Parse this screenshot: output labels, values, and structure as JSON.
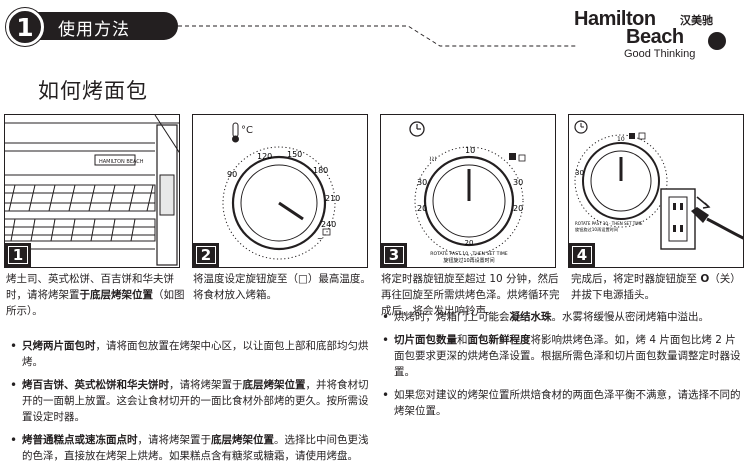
{
  "header": {
    "section_number": "1",
    "section_label": "使用方法",
    "brand_line1": "Hamilton",
    "brand_cn": "汉美驰",
    "brand_line2": "Beach",
    "brand_tagline": "Good Thinking"
  },
  "page_title": "如何烤面包",
  "steps": [
    {
      "number": "1",
      "caption_parts": [
        "烤土司、英式松饼、百吉饼和华夫饼时，请将烤架置",
        "于底层烤架位置",
        "（如图所示）。"
      ]
    },
    {
      "number": "2",
      "caption": "将温度设定旋钮旋至（□）最高温度。将食材放入烤箱。",
      "dial_unit": "°C",
      "dial_ticks": [
        "90",
        "120",
        "150",
        "180",
        "210",
        "240"
      ]
    },
    {
      "number": "3",
      "caption": "将定时器旋钮旋至超过 10 分钟，然后再往回旋至所需烘烤色泽。烘烤循环完成后，将会发出响铃声。",
      "dial_ticks": [
        "10",
        "20",
        "30",
        "20",
        "30"
      ],
      "dial_label_1": "ROTATE PAST 10 · THEN SET TIME",
      "dial_label_2": "旋钮旋过10再设置时间"
    },
    {
      "number": "4",
      "caption_parts": [
        "完成后，将定时器旋钮旋至 ",
        "O",
        "（关） 并拔下电源插头。"
      ],
      "dial_ticks": [
        "30",
        "10"
      ],
      "dial_label_1": "ROTATE PAST 10 · THEN SET TIME",
      "dial_label_2": "旋钮旋过10再设置时间"
    }
  ],
  "bullets_left": [
    {
      "bold": "只烤两片面包时",
      "text": "，请将面包放置在烤架中心区，以让面包上部和底部均匀烘烤。"
    },
    {
      "bold": "烤百吉饼、英式松饼和华夫饼时",
      "text": "，请将烤架置于",
      "bold2": "底层烤架位置",
      "text2": "，并将食材切开的一面朝上放置。这会让食材切开的一面比食材外部烤的更久。按所需设置设定时器。"
    },
    {
      "bold": "烤普通糕点或速冻面点时",
      "text": "，请将烤架置于",
      "bold2": "底层烤架位置",
      "text2": "。选择比中间色更浅的色泽，直接放在烤架上烘烤。如果糕点含有糖浆或糖霜，请使用烤盘。"
    }
  ],
  "bullets_right": [
    {
      "text": "烘烤时，烤箱门上可能会",
      "bold": "凝结水珠",
      "text2": "。水雾将缓慢从密闭烤箱中溢出。"
    },
    {
      "bold": "切片面包数量",
      "text": "和",
      "bold2": "面包新鲜程度",
      "text2": "将影响烘烤色泽。如，烤 4 片面包比烤 2 片面包要求更深的烘烤色泽设置。根据所需色泽和切片面包数量调整定时器设置。"
    },
    {
      "text": "如果您对建议的烤架位置所烘焙食材的两面色泽平衡不满意，请选择不同的烤架位置。"
    }
  ]
}
